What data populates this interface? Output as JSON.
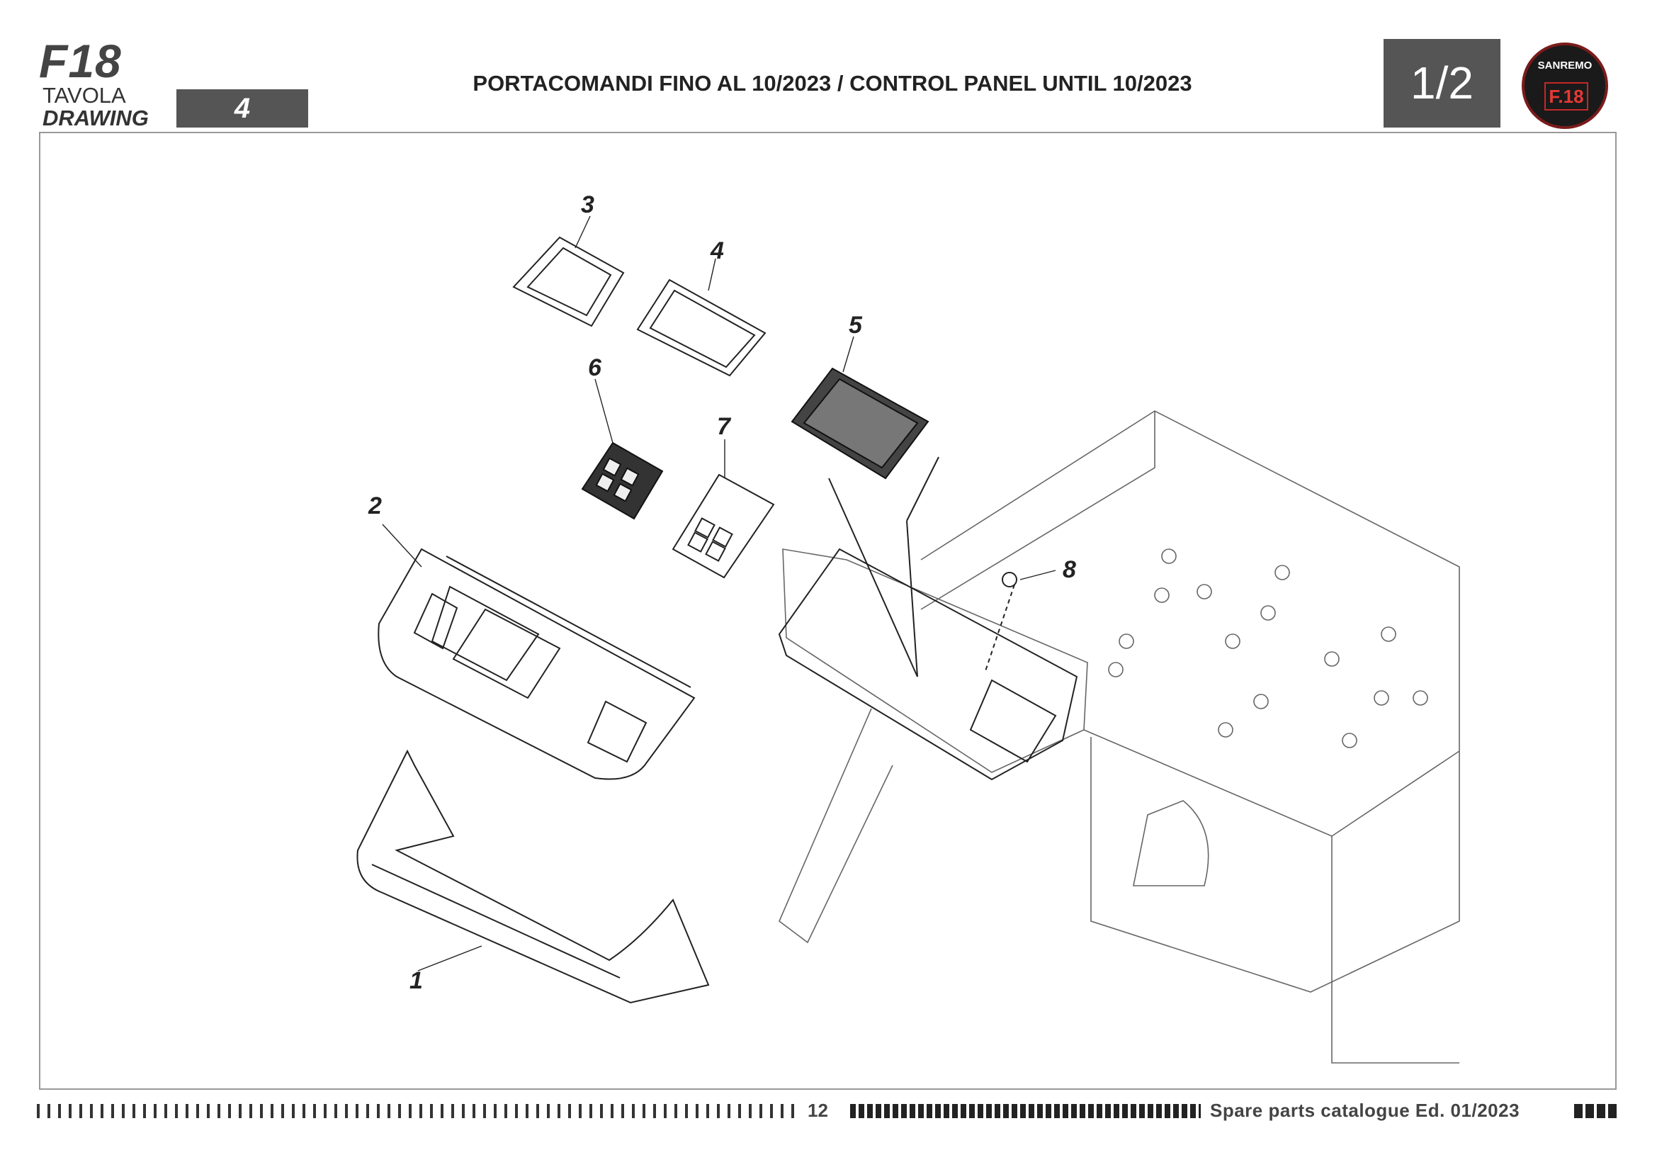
{
  "header": {
    "model": "F18",
    "tavola_label": "TAVOLA",
    "drawing_label": "DRAWING",
    "drawing_number": "4",
    "title": "PORTACOMANDI FINO AL 10/2023 / CONTROL PANEL UNTIL 10/2023",
    "page_indicator": "1/2",
    "logo": {
      "brand": "SANREMO",
      "model": "F.18"
    }
  },
  "drawing": {
    "part_labels": [
      "1",
      "2",
      "3",
      "4",
      "5",
      "6",
      "7",
      "8"
    ]
  },
  "footer": {
    "page_number": "12",
    "catalogue": "Spare parts catalogue Ed. 01/2023"
  },
  "colors": {
    "box": "#555555",
    "logo_red": "#c62828"
  }
}
